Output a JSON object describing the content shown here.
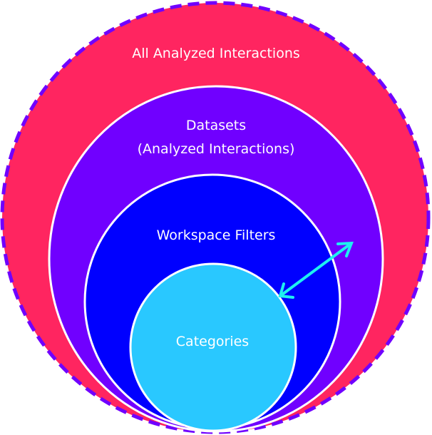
{
  "diagram": {
    "type": "nested-circles",
    "layers": [
      {
        "id": "all-analyzed-interactions",
        "label_lines": [
          "All Analyzed Interactions"
        ],
        "color": "#FF2560",
        "border": "dashed",
        "border_color": "#7000FF"
      },
      {
        "id": "datasets",
        "label_lines": [
          "Datasets",
          "(Analyzed Interactions)"
        ],
        "color": "#7000FF",
        "border": "solid",
        "border_color": "#FFFFFF"
      },
      {
        "id": "workspace-filters",
        "label_lines": [
          "Workspace Filters"
        ],
        "color": "#0000FF",
        "border": "solid",
        "border_color": "#FFFFFF"
      },
      {
        "id": "categories",
        "label_lines": [
          "Categories"
        ],
        "color": "#29C8FF",
        "border": "solid",
        "border_color": "#FFFFFF"
      }
    ],
    "arrow": {
      "type": "double-headed",
      "color": "#1EF0F0",
      "connects": [
        "categories",
        "datasets"
      ]
    }
  }
}
